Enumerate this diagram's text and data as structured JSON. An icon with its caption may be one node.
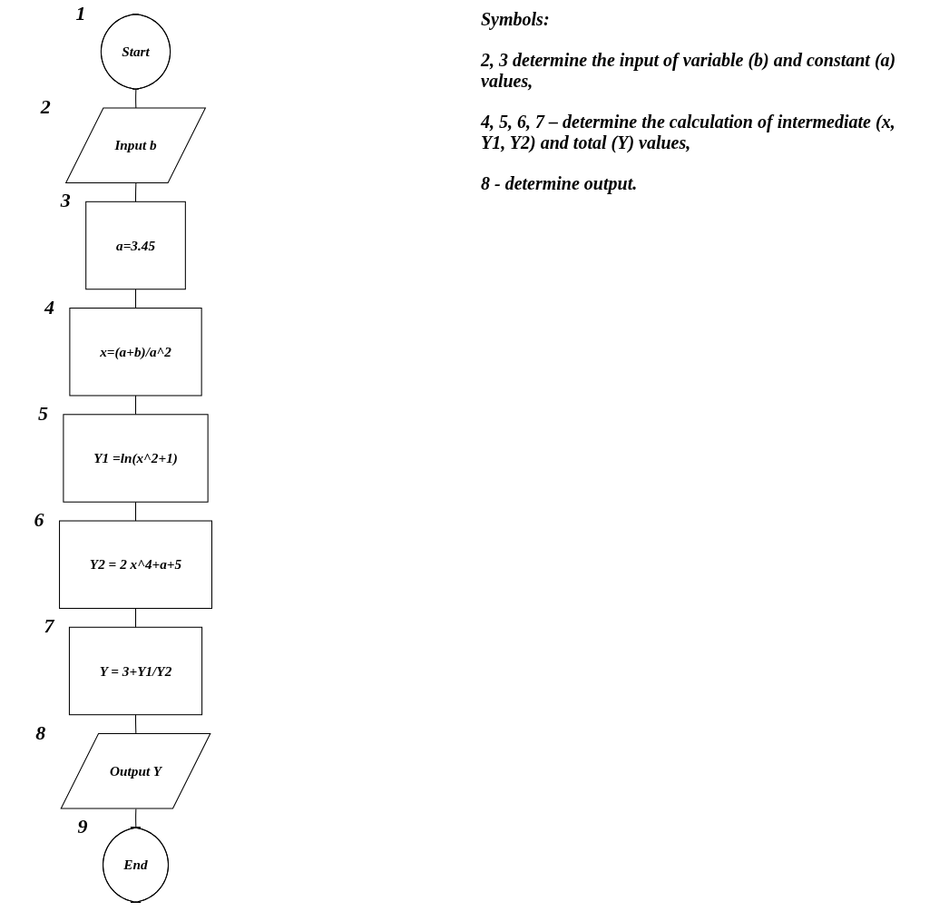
{
  "diagram": {
    "nodes": [
      {
        "text": [
          "Start"
        ],
        "beside": [
          "1"
        ]
      },
      {
        "text": [
          "Input b"
        ],
        "beside": [
          "2"
        ]
      },
      {
        "text": [
          "a=3.45"
        ],
        "beside": [
          "3"
        ]
      },
      {
        "text": [
          "x=(a+b)/a^2"
        ],
        "beside": [
          "4"
        ]
      },
      {
        "text": [
          "Y1 =ln(x^2+1)"
        ],
        "beside": [
          "5"
        ]
      },
      {
        "text": [
          "Y2 = 2 x^4+a+5"
        ],
        "beside": [
          "6"
        ]
      },
      {
        "text": [
          "Y = 3+Y1/Y2"
        ],
        "beside": [
          "7"
        ]
      },
      {
        "text": [
          "Output Y"
        ],
        "beside": [
          "8"
        ]
      },
      {
        "text": [
          "End"
        ],
        "beside": [
          "9"
        ]
      }
    ],
    "edges": [
      {
        "from": 0,
        "to": 1,
        "arrow": "none"
      },
      {
        "from": 1,
        "to": 2,
        "arrow": "none"
      },
      {
        "from": 2,
        "to": 3,
        "arrow": "none"
      },
      {
        "from": 3,
        "to": 4,
        "arrow": "none"
      },
      {
        "from": 4,
        "to": 5,
        "arrow": "none"
      },
      {
        "from": 5,
        "to": 6,
        "arrow": "none"
      },
      {
        "from": 6,
        "to": 7,
        "arrow": "none"
      },
      {
        "from": 7,
        "to": 8,
        "arrow": "none"
      }
    ],
    "labels": [
      "Symbols:",
      "2, 3 determine the input of variable (b) and constant (a) values,",
      "4, 5, 6, 7 – determine the calculation of intermediate (x, Y1, Y2) and total (Y) values,",
      "8 - determine output."
    ]
  }
}
